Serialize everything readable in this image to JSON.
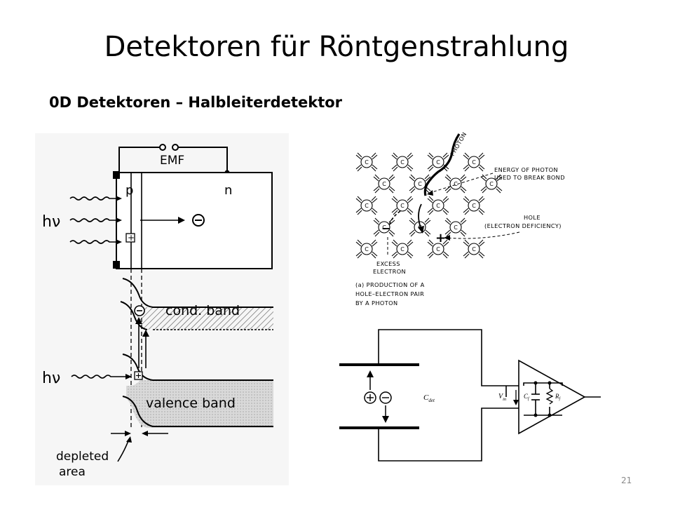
{
  "slide": {
    "title": "Detektoren für Röntgenstrahlung",
    "subtitle": "0D Detektoren – Halbleiterdetektor",
    "page_number": "21"
  },
  "detector_figure": {
    "emf": "EMF",
    "p": "p",
    "n": "n",
    "hv_top": "hν",
    "hv_bottom": "hν",
    "electron_symbol": "⊖",
    "hole_symbol": "⊞",
    "cond_band": "cond. band",
    "valence_band": "valence band",
    "depleted_line1": "depleted",
    "depleted_line2": "area"
  },
  "lattice_figure": {
    "atom": "C",
    "photon": "PHOTON",
    "energy_line1": "ENERGY OF PHOTON",
    "energy_line2": "USED TO BREAK BOND",
    "hole_line1": "HOLE",
    "hole_line2": "(ELECTRON DEFICIENCY)",
    "excess_line1": "EXCESS",
    "excess_line2": "ELECTRON",
    "minus": "−",
    "plus": "+",
    "caption_line1": "(a) PRODUCTION OF A",
    "caption_line2": "HOLE–ELECTRON PAIR",
    "caption_line3": "BY A PHOTON"
  },
  "circuit_figure": {
    "cdet_main": "C",
    "cdet_sub": "det",
    "vin_main": "V",
    "vin_sub": "in",
    "cf_main": "C",
    "cf_sub": "f",
    "rf_main": "R",
    "rf_sub": "f",
    "plus_symbol": "+",
    "minus_symbol": "−"
  }
}
